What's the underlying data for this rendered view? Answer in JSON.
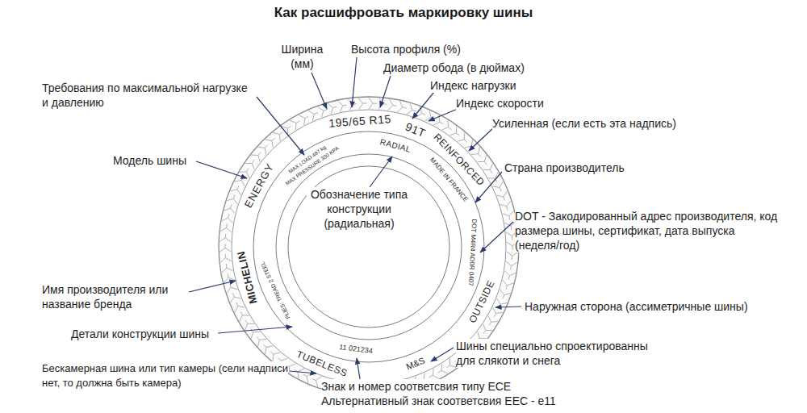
{
  "diagram": {
    "title": "Как расшифровать маркировку шины",
    "labels": [
      "Ширина (мм)",
      "Высота профиля (%)",
      "Диаметр обода (в дюймах)",
      "Индекс нагрузки",
      "Индекс скорости",
      "Требования по максимальной нагрузке и давлению",
      "Усиленная (если есть эта надпись)",
      "195/65 R15",
      "91T",
      "RADIAL",
      "MAX LOAD 487 kg",
      "MAX PRESSURE 300 KPA",
      "Модель шины",
      "ENERGY",
      "REINFORCED",
      "MADE IN FRANCE",
      "Страна производитель",
      "Обозначение типа конструкции (радиальная)",
      "DOT - Закодированный адрес производителя, код размера шины, сертификат, дата выпуска (неделя/год)",
      "DOT M4R4 AD0R 0407",
      "PLIES: TREAD 2 STEEL",
      "MICHELIN",
      "OUTSIDE",
      "Имя производителя или название бренда",
      "Наружная сторона (ассиметричные шины)",
      "11 021234",
      "Детали конструкции шины",
      "M&S",
      "Шины специально спроектированны для слякоти и снега",
      "TUBELESS",
      "Бескамерная шина или тип камеры (сели надписи нет, то должна быть камера)",
      "Знак и номер соответсвия типу ECE Альтернативный знак соответсвия EEC - e11"
    ]
  }
}
